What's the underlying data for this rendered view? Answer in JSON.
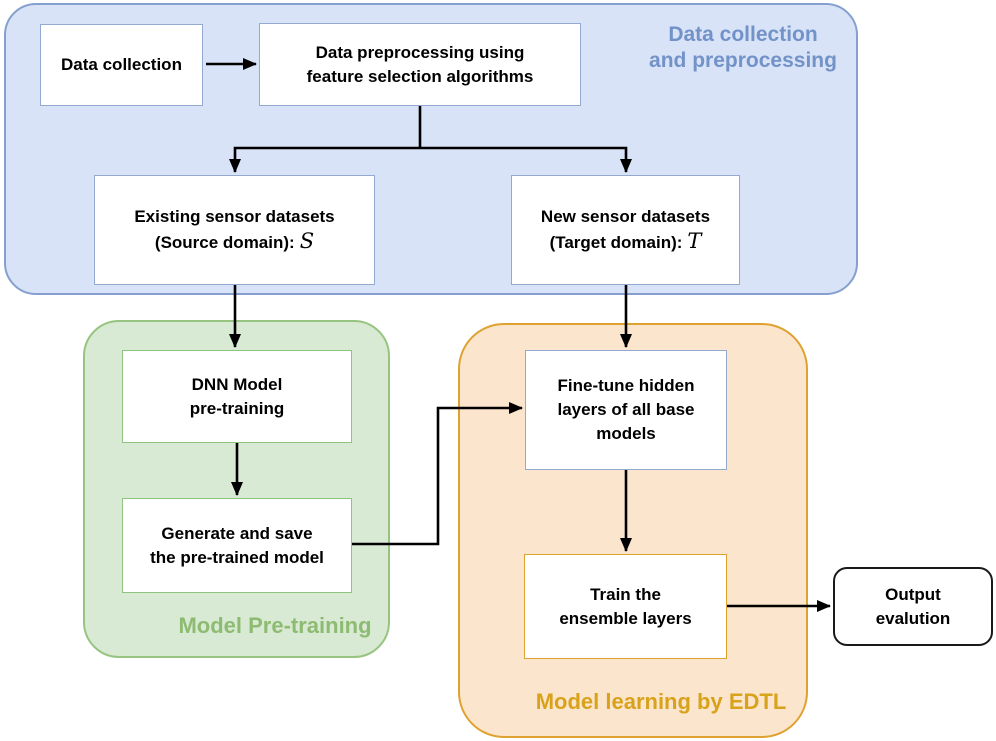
{
  "diagram_title": "EDTL model workflow diagram",
  "colors": {
    "blue_region_fill": "#d8e3f8",
    "blue_region_stroke": "#85a0ce",
    "blue_label_text": "#7292c8",
    "green_region_fill": "#d8ead3",
    "green_region_stroke": "#97c581",
    "green_label_text": "#8ebb72",
    "orange_region_fill": "#fce5cd",
    "orange_region_stroke": "#dfa12f",
    "orange_label_text": "#d9a21b",
    "box_fill": "#ffffff",
    "box_border_blue": "#93a9cf",
    "box_border_green": "#8fc47e",
    "box_border_orange": "#dfa12f",
    "output_box_border": "#1a1a1a",
    "arrow": "#000000",
    "box_text": "#000000"
  },
  "regions": {
    "blue": {
      "label_line1": "Data collection",
      "label_line2": "and preprocessing"
    },
    "green": {
      "label": "Model Pre-training"
    },
    "orange": {
      "label": "Model learning by EDTL"
    }
  },
  "boxes": {
    "data_collection": {
      "line1": "Data collection"
    },
    "preprocessing": {
      "line1": "Data preprocessing using",
      "line2": "feature selection algorithms"
    },
    "existing_datasets": {
      "line1": "Existing sensor datasets",
      "line2": "(Source domain):",
      "symbol": "S"
    },
    "new_datasets": {
      "line1": "New sensor datasets",
      "line2": "(Target domain):",
      "symbol": "T"
    },
    "dnn_pretraining": {
      "line1": "DNN Model",
      "line2": "pre-training"
    },
    "generate_save": {
      "line1": "Generate and save",
      "line2": "the pre-trained model"
    },
    "fine_tune": {
      "line1": "Fine-tune hidden",
      "line2": "layers of all base",
      "line3": "models"
    },
    "train_ensemble": {
      "line1": "Train the",
      "line2": "ensemble layers"
    },
    "output_evaluation": {
      "line1": "Output",
      "line2": "evalution"
    }
  }
}
